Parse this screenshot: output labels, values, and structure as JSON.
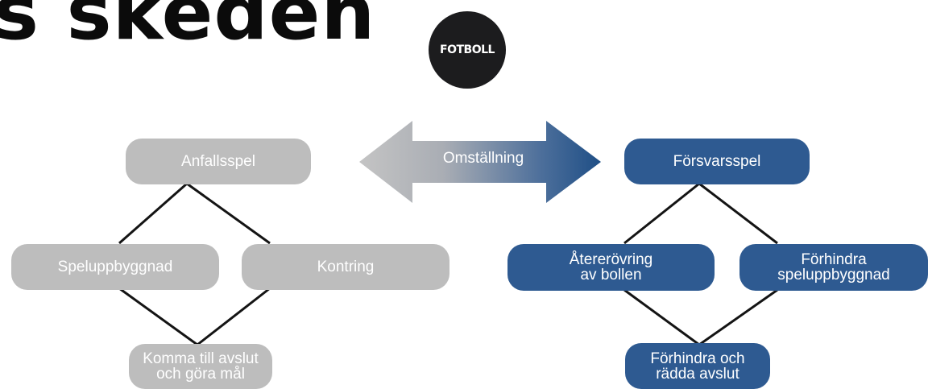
{
  "title": "s skeden",
  "logo": {
    "text": "FOTBOLL"
  },
  "transition": {
    "label": "Omställning"
  },
  "attack": {
    "root": "Anfallsspel",
    "left": "Speluppbyggnad",
    "right": "Kontring",
    "bottom_line1": "Komma till avslut",
    "bottom_line2": "och göra mål"
  },
  "defense": {
    "root": "Försvarsspel",
    "left_line1": "Återerövring",
    "left_line2": "av bollen",
    "right_line1": "Förhindra",
    "right_line2": "speluppbyggnad",
    "bottom_line1": "Förhindra och",
    "bottom_line2": "rädda avslut"
  },
  "colors": {
    "attack": "#bdbdbd",
    "defense": "#2e5a91",
    "arrow_grey": "#b7b7b7",
    "arrow_blue": "#255487",
    "logo": "#1c1c1e"
  }
}
